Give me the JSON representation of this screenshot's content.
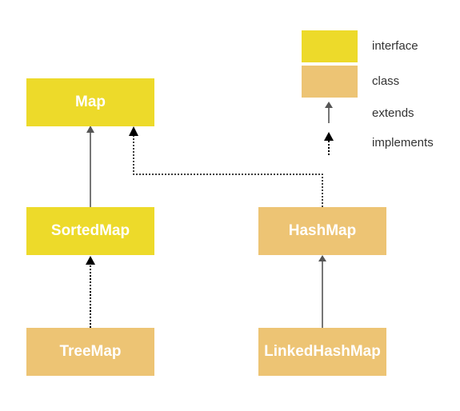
{
  "nodes": {
    "map": {
      "label": "Map",
      "kind": "interface"
    },
    "sortedmap": {
      "label": "SortedMap",
      "kind": "interface"
    },
    "hashmap": {
      "label": "HashMap",
      "kind": "class"
    },
    "treemap": {
      "label": "TreeMap",
      "kind": "class"
    },
    "linkedhashmap": {
      "label": "LinkedHashMap",
      "kind": "class"
    }
  },
  "edges": [
    {
      "from": "sortedmap",
      "to": "map",
      "type": "extends"
    },
    {
      "from": "hashmap",
      "to": "map",
      "type": "implements"
    },
    {
      "from": "treemap",
      "to": "sortedmap",
      "type": "implements"
    },
    {
      "from": "linkedhashmap",
      "to": "hashmap",
      "type": "extends"
    }
  ],
  "legend": {
    "interface": "interface",
    "class": "class",
    "extends": "extends",
    "implements": "implements"
  },
  "colors": {
    "interface": "#EDDA2A",
    "class": "#EDC474",
    "extends_line": "#777777",
    "implements_line": "#000000"
  }
}
